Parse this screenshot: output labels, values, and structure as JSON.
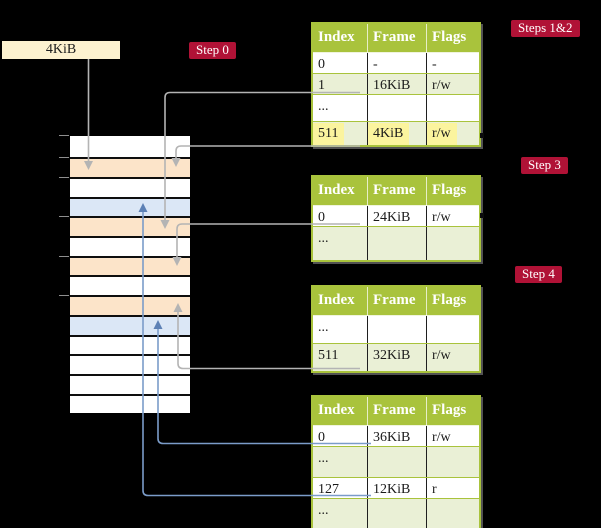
{
  "diagram_title": "multi-level page table walk",
  "box_4kib": {
    "label": "4KiB"
  },
  "step_labels": [
    {
      "id": "step0",
      "text": "Step 0"
    },
    {
      "id": "steps12",
      "text": "Steps 1&2"
    },
    {
      "id": "step3",
      "text": "Step 3"
    },
    {
      "id": "step4",
      "text": "Step 4"
    }
  ],
  "memory": {
    "rows": [
      "white",
      "orange",
      "white",
      "blue",
      "orange",
      "white",
      "orange",
      "white",
      "orange",
      "blue",
      "white",
      "white",
      "white",
      "white"
    ]
  },
  "tables": [
    {
      "id": "t1",
      "columns": [
        "Index",
        "Frame",
        "Flags"
      ],
      "rows": [
        {
          "cells": [
            "0",
            "-",
            "-"
          ],
          "shade": false,
          "highlight": false
        },
        {
          "cells": [
            "1",
            "16KiB",
            "r/w"
          ],
          "shade": true,
          "highlight": false
        },
        {
          "cells": [
            "...",
            "",
            ""
          ],
          "shade": false,
          "highlight": false
        },
        {
          "cells": [
            "511",
            "4KiB",
            "r/w"
          ],
          "shade": true,
          "highlight": true
        }
      ]
    },
    {
      "id": "t2",
      "columns": [
        "Index",
        "Frame",
        "Flags"
      ],
      "rows": [
        {
          "cells": [
            "0",
            "24KiB",
            "r/w"
          ],
          "shade": false,
          "highlight": false
        },
        {
          "cells": [
            "...",
            "",
            ""
          ],
          "shade": true,
          "highlight": false
        }
      ]
    },
    {
      "id": "t3",
      "columns": [
        "Index",
        "Frame",
        "Flags"
      ],
      "rows": [
        {
          "cells": [
            "...",
            "",
            ""
          ],
          "shade": false,
          "highlight": false
        },
        {
          "cells": [
            "511",
            "32KiB",
            "r/w"
          ],
          "shade": true,
          "highlight": false
        }
      ]
    },
    {
      "id": "t4",
      "columns": [
        "Index",
        "Frame",
        "Flags"
      ],
      "rows": [
        {
          "cells": [
            "0",
            "36KiB",
            "r/w"
          ],
          "shade": false,
          "highlight": false
        },
        {
          "cells": [
            "...",
            "",
            ""
          ],
          "shade": true,
          "highlight": false
        },
        {
          "cells": [
            "127",
            "12KiB",
            "r"
          ],
          "shade": false,
          "highlight": false
        },
        {
          "cells": [
            "...",
            "",
            ""
          ],
          "shade": true,
          "highlight": false
        }
      ]
    }
  ],
  "colors": {
    "background": "#000000",
    "table_green": "#a9c33c",
    "table_row_green": "#eaf0d6",
    "highlight_yellow": "#fbf49e",
    "label_red": "#b01236",
    "box_cream": "#fdf2d0",
    "memory_orange": "#fce4c9",
    "memory_blue": "#dbe7f6",
    "arrow_gray": "#b4b4b4",
    "arrow_blue": "#7b9cc9"
  }
}
